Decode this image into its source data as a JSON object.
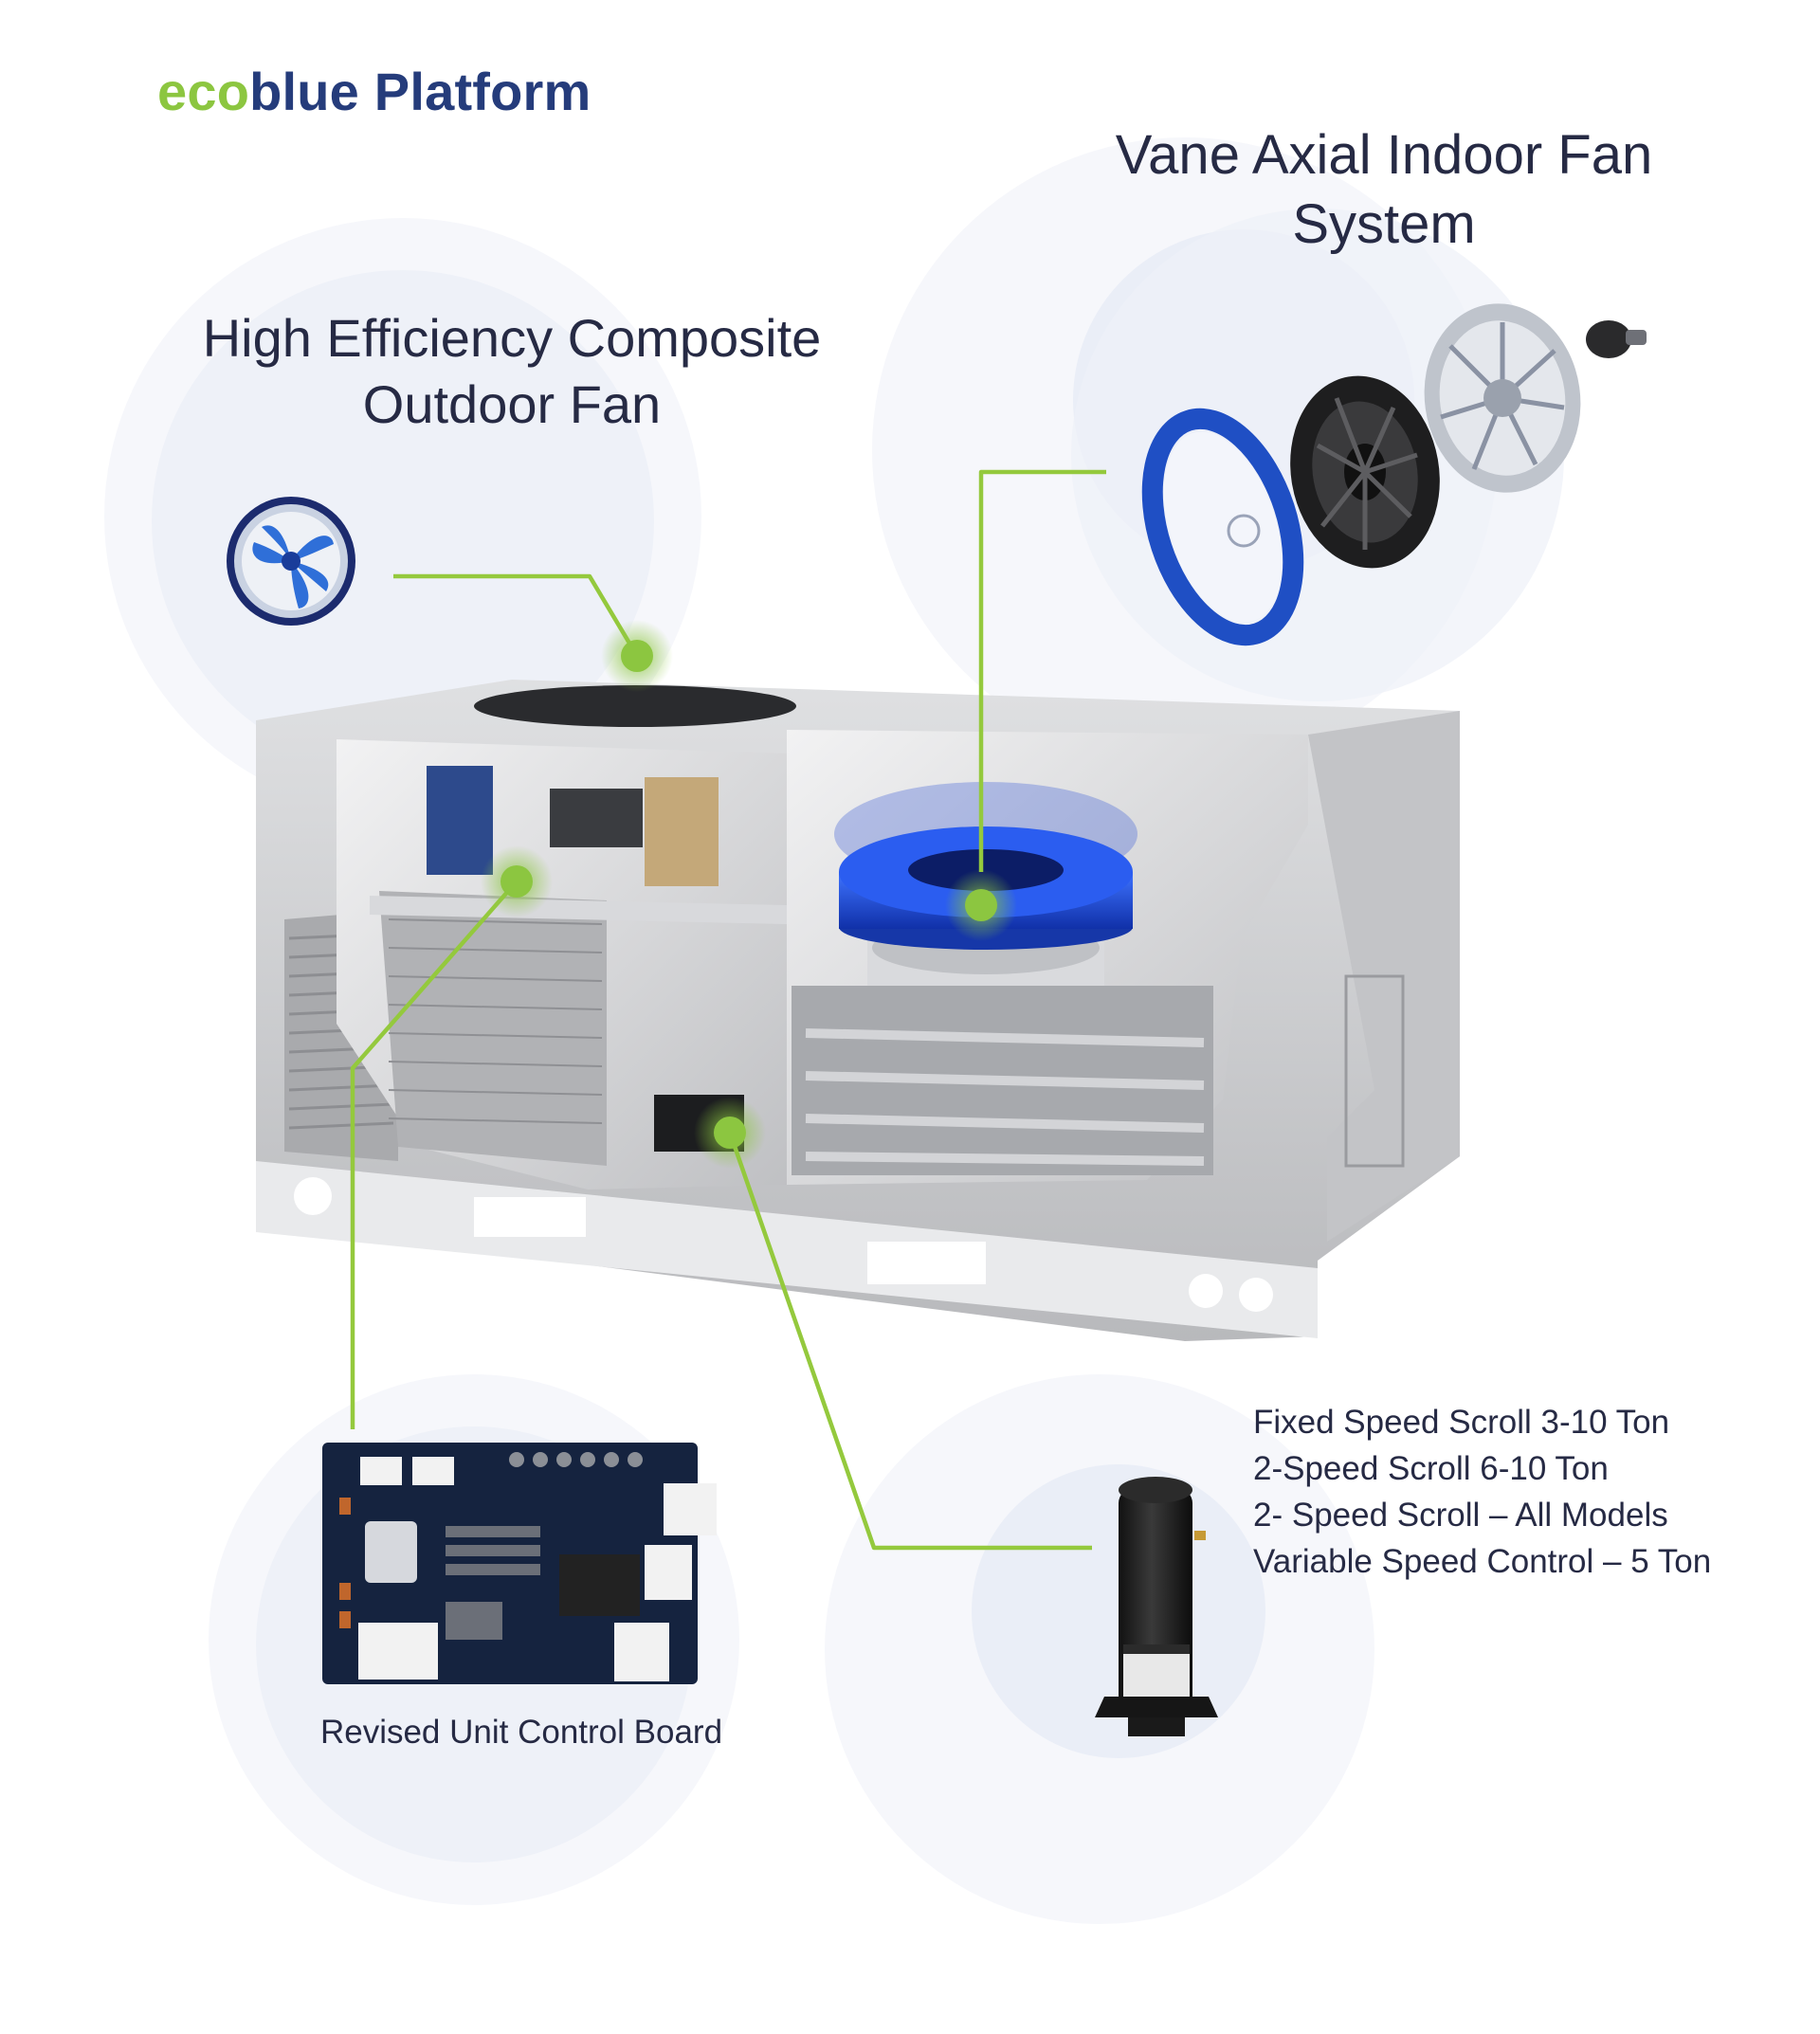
{
  "title": {
    "part1": "eco",
    "part2": "blue Platform"
  },
  "callouts": {
    "outdoor_fan": {
      "line1": "High Efficiency Composite",
      "line2": "Outdoor Fan"
    },
    "indoor_fan": {
      "line1": "Vane Axial Indoor Fan",
      "line2": "System"
    },
    "control_board": {
      "label": "Revised Unit Control Board"
    },
    "compressor": {
      "items": [
        "Fixed Speed Scroll 3-10 Ton",
        "2-Speed Scroll 6-10 Ton",
        "2- Speed Scroll – All Models",
        "Variable Speed Control – 5 Ton"
      ]
    }
  },
  "colors": {
    "accent_green": "#8cc640",
    "brand_blue": "#253c7b",
    "text_dark": "#262a44",
    "halo": "#eef1f8",
    "fan_blue": "#1e4fd6",
    "unit_gray": "#c9cacc"
  }
}
